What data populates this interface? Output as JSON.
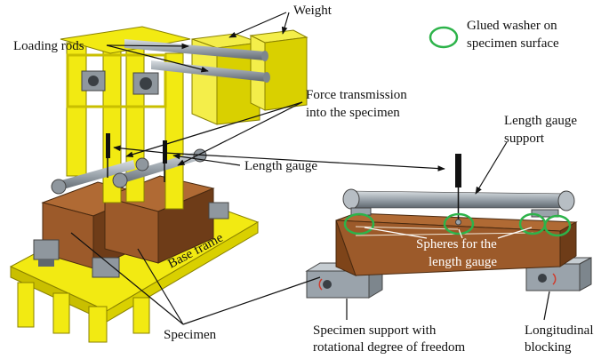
{
  "labels": {
    "weight": "Weight",
    "loading_rods": "Loading rods",
    "force_line1": "Force transmission",
    "force_line2": "into the specimen",
    "length_gauge": "Length gauge",
    "lg_support_line1": "Length gauge",
    "lg_support_line2": "support",
    "base_frame": "Base frame",
    "specimen": "Specimen",
    "spheres_line1": "Spheres for the",
    "spheres_line2": "length gauge",
    "support_line1": "Specimen support with",
    "support_line2": "rotational degree of freedom",
    "blocking_line1": "Longitudinal",
    "blocking_line2": "blocking"
  },
  "legend": {
    "line1": "Glued washer on",
    "line2": "specimen surface",
    "marker_color": "#2db34a"
  },
  "colors": {
    "frame_yellow": "#f2ea12",
    "frame_yellow_dark": "#c9bf00",
    "weight_yellow": "#f4ee4a",
    "specimen_brown": "#9c5a2a",
    "specimen_dark": "#6e3c18",
    "steel": "#9aa3ab",
    "steel_dark": "#5f676e",
    "washer_green": "#2db34a"
  }
}
